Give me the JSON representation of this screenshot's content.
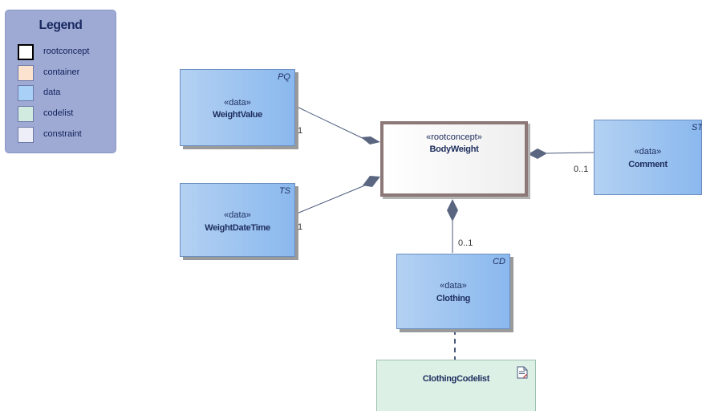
{
  "legend": {
    "title": "Legend",
    "items": [
      {
        "label": "rootconcept",
        "color": "#ffffff",
        "border": "#000000"
      },
      {
        "label": "container",
        "color": "#fbe3cf",
        "border": "#6e7aa8"
      },
      {
        "label": "data",
        "color": "#a9d1f7",
        "border": "#6e7aa8"
      },
      {
        "label": "codelist",
        "color": "#d2ebe0",
        "border": "#6e7aa8"
      },
      {
        "label": "constraint",
        "color": "#eeeef9",
        "border": "#6e7aa8"
      }
    ]
  },
  "nodes": {
    "weight_value": {
      "stereotype": "«data»",
      "name": "WeightValue",
      "type_tag": "PQ"
    },
    "weight_date_time": {
      "stereotype": "«data»",
      "name": "WeightDateTime",
      "type_tag": "TS"
    },
    "body_weight": {
      "stereotype": "«rootconcept»",
      "name": "BodyWeight"
    },
    "comment": {
      "stereotype": "«data»",
      "name": "Comment",
      "type_tag": "ST"
    },
    "clothing": {
      "stereotype": "«data»",
      "name": "Clothing",
      "type_tag": "CD"
    },
    "clothing_codelist": {
      "name": "ClothingCodelist"
    }
  },
  "connections": {
    "weight_value_mult": "1",
    "weight_date_time_mult": "1",
    "comment_mult": "0..1",
    "clothing_mult": "0..1"
  },
  "colors": {
    "line": "#4a5a7c",
    "diamond": "#5a6680",
    "dashed": "#4a5a7c"
  }
}
